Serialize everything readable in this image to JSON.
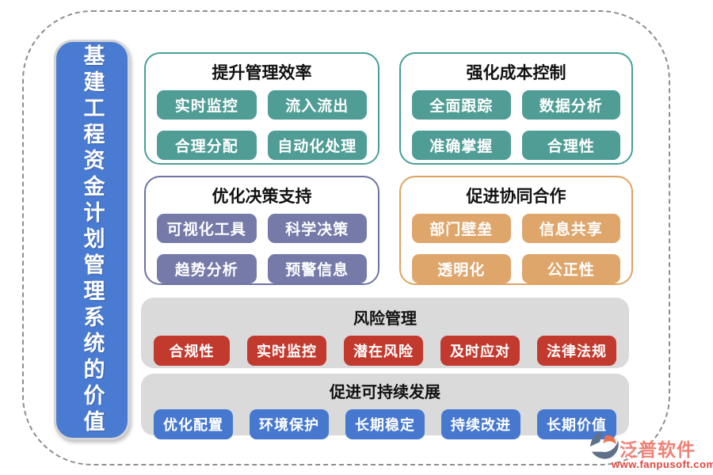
{
  "page": {
    "vertical_title": "基建工程资金计划管理系统的价值"
  },
  "panels": [
    {
      "id": "efficiency",
      "title": "提升管理效率",
      "theme": "teal",
      "items": [
        "实时监控",
        "流入流出",
        "合理分配",
        "自动化处理"
      ]
    },
    {
      "id": "cost-control",
      "title": "强化成本控制",
      "theme": "teal",
      "items": [
        "全面跟踪",
        "数据分析",
        "准确掌握",
        "合理性"
      ]
    },
    {
      "id": "decision-support",
      "title": "优化决策支持",
      "theme": "purple",
      "items": [
        "可视化工具",
        "科学决策",
        "趋势分析",
        "预警信息"
      ]
    },
    {
      "id": "collaboration",
      "title": "促进协同合作",
      "theme": "orange",
      "items": [
        "部门壁垒",
        "信息共享",
        "透明化",
        "公正性"
      ]
    }
  ],
  "bars": [
    {
      "id": "risk",
      "title": "风险管理",
      "theme": "red",
      "items": [
        "合规性",
        "实时监控",
        "潜在风险",
        "及时应对",
        "法律法规"
      ]
    },
    {
      "id": "sustainability",
      "title": "促进可持续发展",
      "theme": "blue",
      "items": [
        "优化配置",
        "环境保护",
        "长期稳定",
        "持续改进",
        "长期价值"
      ]
    }
  ],
  "footer": {
    "brand": "泛普软件",
    "url": "www.fanpusoft.com"
  },
  "colors": {
    "title_bar_blue": "#4a7bd2",
    "teal": "#4f9d95",
    "teal_border": "#46a099",
    "purple": "#757aa8",
    "purple_border": "#6d72a4",
    "orange": "#dfa66c",
    "orange_border": "#e0a25f",
    "red": "#c23a2e",
    "blue": "#4678d0",
    "bar_gray": "#dadada",
    "brand_salmon": "#ee8277",
    "url_red": "#e0453c",
    "frame_dash_gray": "#8e8e8e"
  }
}
